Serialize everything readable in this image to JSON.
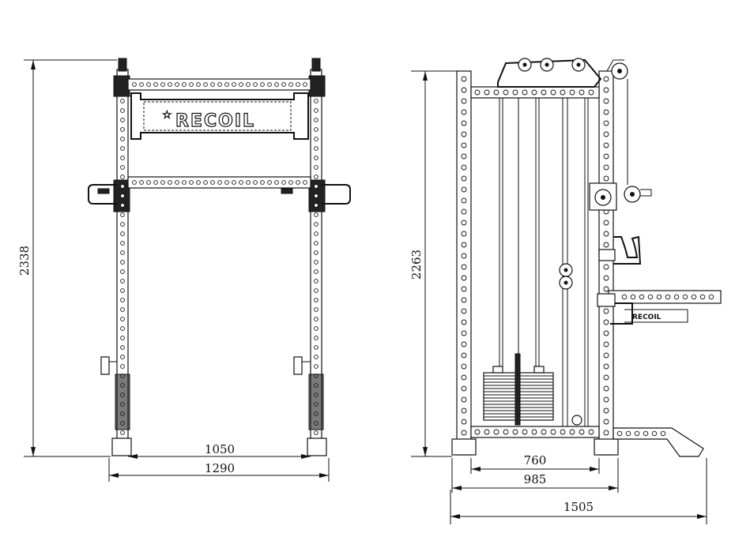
{
  "front_view": {
    "height_label": "2338",
    "inner_width_label": "1050",
    "outer_width_label": "1290",
    "logo_text": "RECOIL"
  },
  "side_view": {
    "height_label": "2263",
    "base_inner_label": "760",
    "base_outer_label": "985",
    "total_depth_label": "1505",
    "logo_text": "RECOIL"
  },
  "colors": {
    "line": "#111111",
    "background": "#ffffff"
  }
}
